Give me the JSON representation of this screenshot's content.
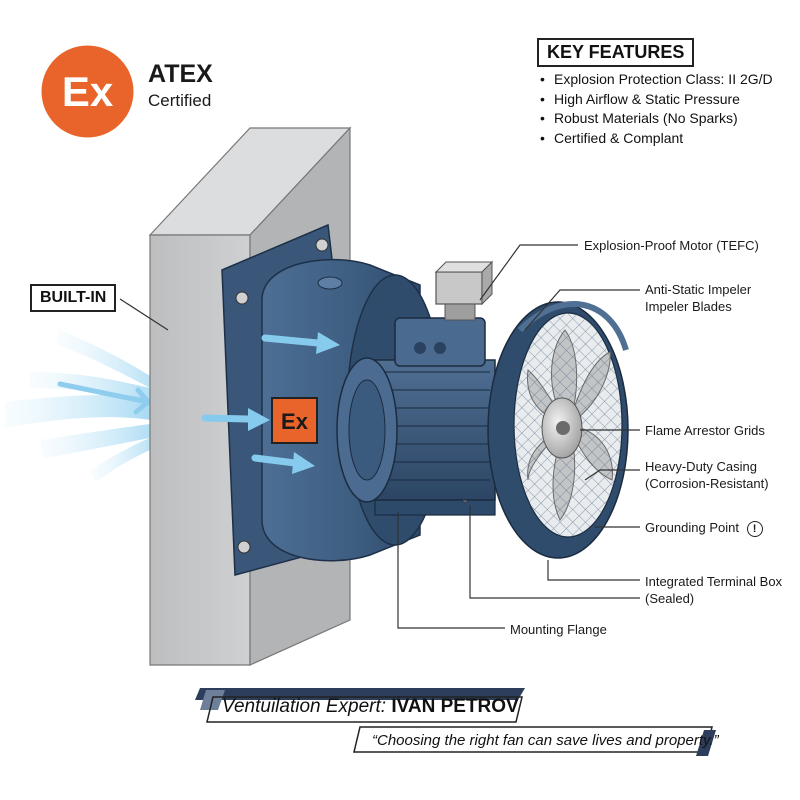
{
  "badge": {
    "logo_text": "Ex",
    "title": "ATEX",
    "subtitle": "Certified"
  },
  "key_features": {
    "heading": "KEY FEATURES",
    "items": [
      "Explosion Protection Class: II 2G/D",
      "High Airflow & Static Pressure",
      "Robust Materials (No Sparks)",
      "Certified & Complant"
    ]
  },
  "built_in_label": "BUILT-IN",
  "housing_mark": "Ex",
  "callouts": {
    "motor": "Explosion-Proof Motor (TEFC)",
    "impeller_line1": "Anti-Static Impeler",
    "impeller_line2": "Impeler Blades",
    "flame": "Flame Arrestor Grids",
    "casing_line1": "Heavy-Duty Casing",
    "casing_line2": "(Corrosion-Resistant)",
    "grounding": "Grounding Point",
    "grounding_symbol": "!",
    "terminal_line1": "Integrated Terminal Box",
    "terminal_line2": "(Sealed)",
    "flange": "Mounting Flange"
  },
  "expert": {
    "role": "Ventuilation Expert:",
    "name": "IVAN PETROV",
    "quote": "“Choosing the right fan can save lives and property.”"
  },
  "colors": {
    "ex_orange": "#e9642a",
    "fan_blue": "#3f5f82",
    "fan_dark": "#2b4563",
    "wall_gray": "#c4c5c7",
    "air_blue": "#9fd6f2",
    "banner_navy": "#2c3e5c"
  }
}
